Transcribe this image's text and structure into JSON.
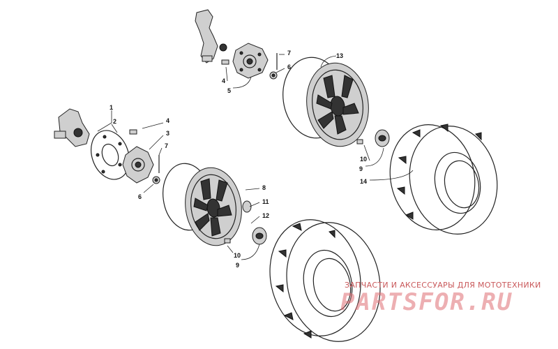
{
  "callouts": [
    "1",
    "2",
    "3",
    "4",
    "4",
    "5",
    "6",
    "6",
    "7",
    "7",
    "8",
    "9",
    "9",
    "10",
    "10",
    "11",
    "12",
    "13",
    "14"
  ],
  "watermark": {
    "caption": "ЗАПЧАСТИ И АКСЕССУАРЫ ДЛЯ МОТОТЕХНИКИ",
    "logo": "PARTSFOR.RU"
  },
  "colors": {
    "line": "#222222",
    "watermark": "#c9585a"
  }
}
